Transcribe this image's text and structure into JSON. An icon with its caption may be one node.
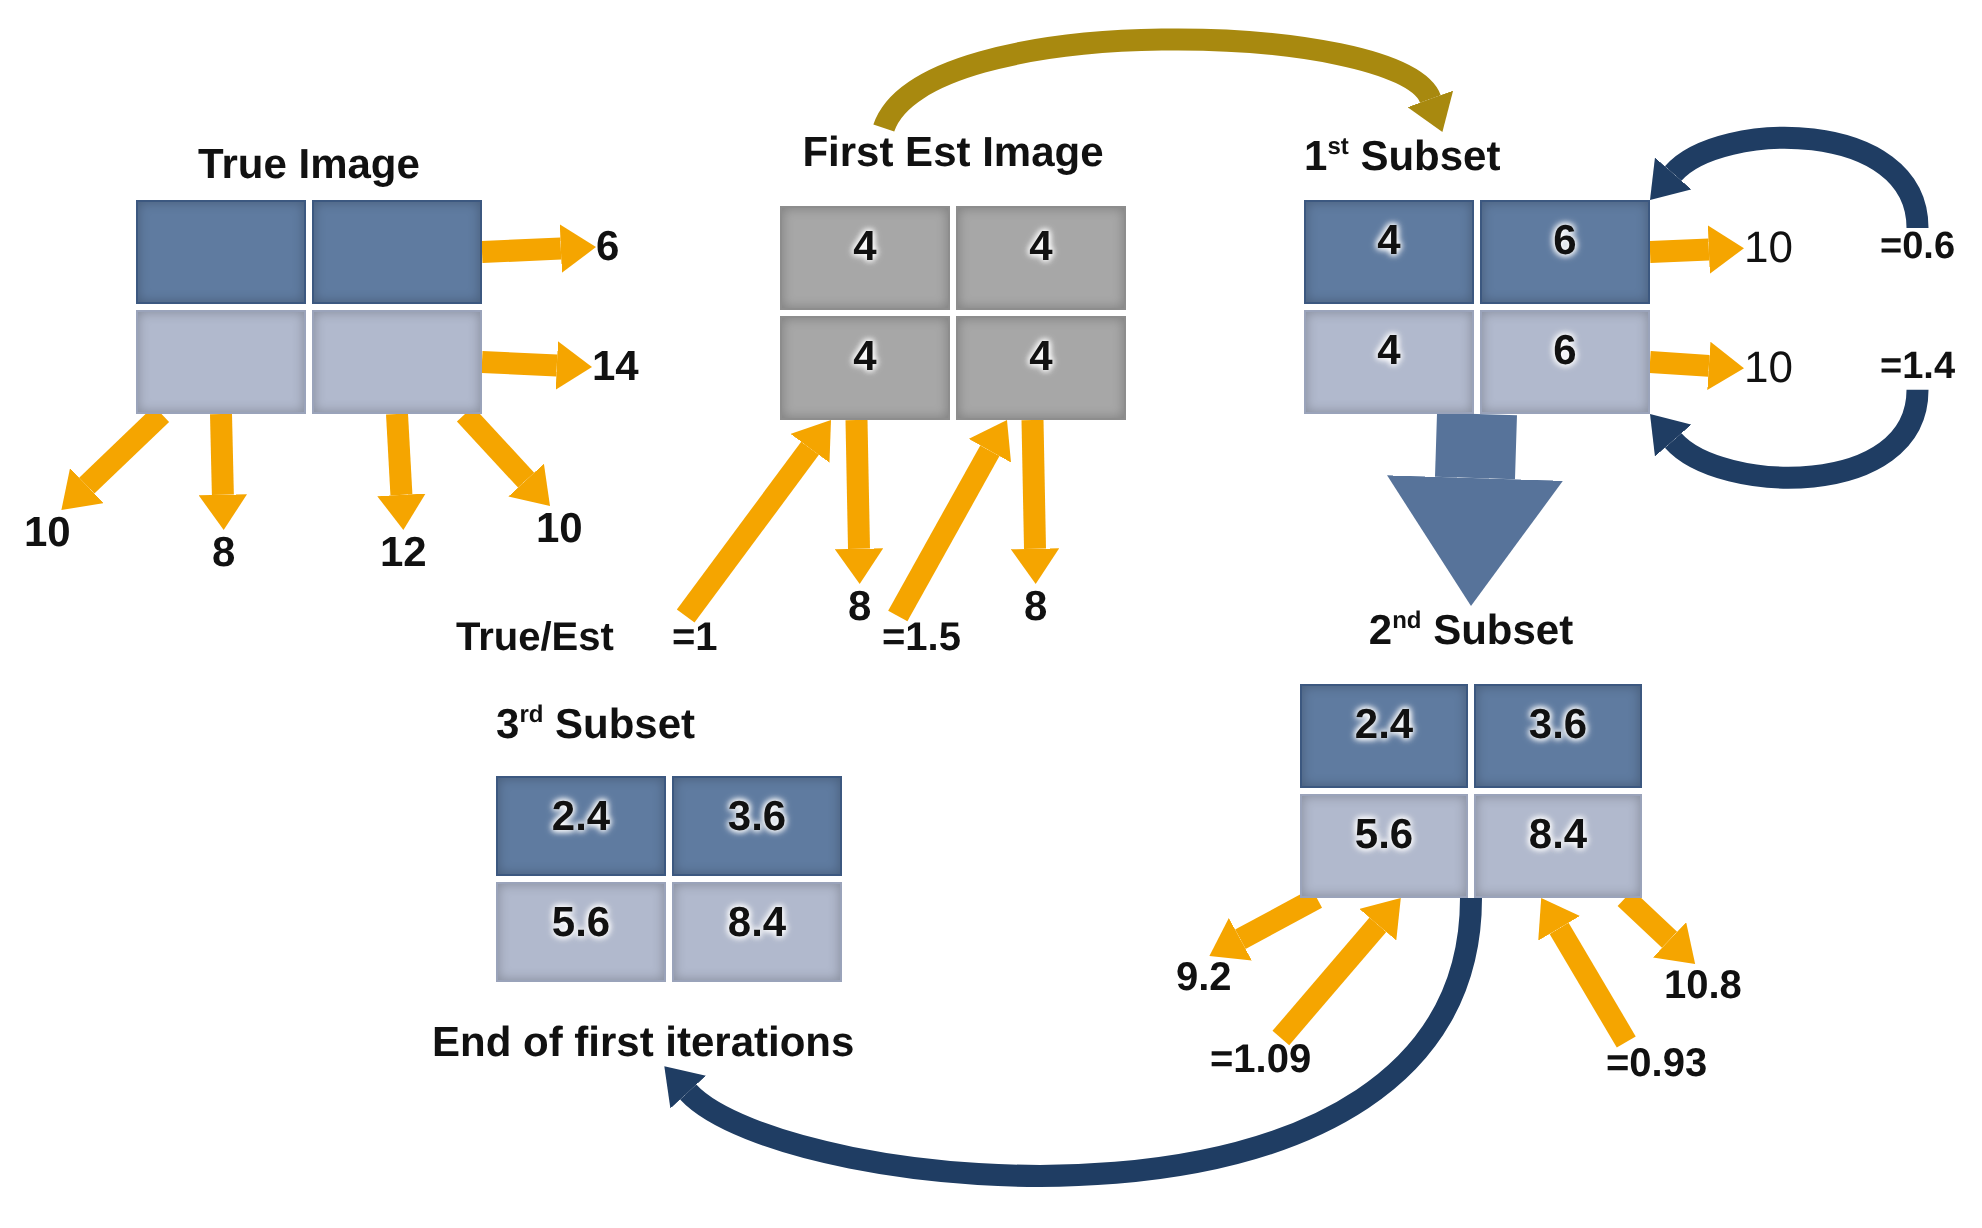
{
  "diagram": {
    "nodes": [
      {
        "text": [
          "True Image"
        ]
      },
      {
        "text": [],
        "shape": "box",
        "in": 0
      },
      {
        "text": [],
        "shape": "box",
        "in": 0
      },
      {
        "text": [],
        "shape": "box",
        "in": 0
      },
      {
        "text": [],
        "shape": "box",
        "in": 0
      },
      {
        "text": [
          "6"
        ]
      },
      {
        "text": [
          "14"
        ]
      },
      {
        "text": [
          "10"
        ]
      },
      {
        "text": [
          "8"
        ]
      },
      {
        "text": [
          "12"
        ]
      },
      {
        "text": [
          "10"
        ]
      },
      {
        "text": [
          "First Est Image"
        ]
      },
      {
        "text": [
          "4"
        ],
        "in": 11
      },
      {
        "text": [
          "4"
        ],
        "in": 11
      },
      {
        "text": [
          "4"
        ],
        "in": 11
      },
      {
        "text": [
          "4"
        ],
        "in": 11
      },
      {
        "text": [
          "8"
        ]
      },
      {
        "text": [
          "8"
        ]
      },
      {
        "text": [
          "=1"
        ]
      },
      {
        "text": [
          "=1.5"
        ]
      },
      {
        "text": [
          "1$^{st}$ Subset"
        ]
      },
      {
        "text": [
          "4"
        ],
        "in": 20
      },
      {
        "text": [
          "6"
        ],
        "in": 20
      },
      {
        "text": [
          "4"
        ],
        "in": 20
      },
      {
        "text": [
          "6"
        ],
        "in": 20
      },
      {
        "text": [
          "10"
        ]
      },
      {
        "text": [
          "10"
        ]
      },
      {
        "text": [
          "=0.6"
        ]
      },
      {
        "text": [
          "=1.4"
        ]
      },
      {
        "text": [
          "2$^{nd}$ Subset"
        ]
      },
      {
        "text": [
          "2.4"
        ],
        "in": 29
      },
      {
        "text": [
          "3.6"
        ],
        "in": 29
      },
      {
        "text": [
          "5.6"
        ],
        "in": 29
      },
      {
        "text": [
          "8.4"
        ],
        "in": 29
      },
      {
        "text": [
          "9.2"
        ]
      },
      {
        "text": [
          "10.8"
        ]
      },
      {
        "text": [
          "=1.09"
        ]
      },
      {
        "text": [
          "=0.93"
        ]
      },
      {
        "text": [
          "3$^{rd}$ Subset"
        ]
      },
      {
        "text": [
          "2.4"
        ],
        "in": 38
      },
      {
        "text": [
          "3.6"
        ],
        "in": 38
      },
      {
        "text": [
          "5.6"
        ],
        "in": 38
      },
      {
        "text": [
          "8.4"
        ],
        "in": 38
      },
      {
        "text": [
          "End of first iterations"
        ]
      }
    ],
    "edges": [
      {
        "from": 2,
        "to": 5,
        "arrow": "to"
      },
      {
        "from": 4,
        "to": 6,
        "arrow": "to"
      },
      {
        "from": 3,
        "to": 7,
        "arrow": "to"
      },
      {
        "from": 3,
        "to": 8,
        "arrow": "to"
      },
      {
        "from": 4,
        "to": 9,
        "arrow": "to"
      },
      {
        "from": 4,
        "to": 10,
        "arrow": "to"
      },
      {
        "from": 14,
        "to": 16,
        "arrow": "to"
      },
      {
        "from": 15,
        "to": 17,
        "arrow": "to"
      },
      {
        "from": 18,
        "to": 14,
        "arrow": "to"
      },
      {
        "from": 19,
        "to": 15,
        "arrow": "to"
      },
      {
        "from": 11,
        "to": 20,
        "arrow": "to",
        "color": "#a8890f"
      },
      {
        "from": 22,
        "to": 25,
        "arrow": "to"
      },
      {
        "from": 24,
        "to": 26,
        "arrow": "to"
      },
      {
        "from": 27,
        "to": 22,
        "arrow": "to",
        "color": "#1f3d63"
      },
      {
        "from": 28,
        "to": 24,
        "arrow": "to",
        "color": "#1f3d63"
      },
      {
        "from": 20,
        "to": 29,
        "arrow": "to",
        "style": "thick",
        "color": "#57739a"
      },
      {
        "from": 32,
        "to": 34,
        "arrow": "to"
      },
      {
        "from": 33,
        "to": 35,
        "arrow": "to"
      },
      {
        "from": 36,
        "to": 32,
        "arrow": "to"
      },
      {
        "from": 37,
        "to": 33,
        "arrow": "to"
      },
      {
        "from": 29,
        "to": 43,
        "arrow": "to",
        "color": "#1f3d63"
      }
    ],
    "labels": [
      "True/Est"
    ]
  }
}
